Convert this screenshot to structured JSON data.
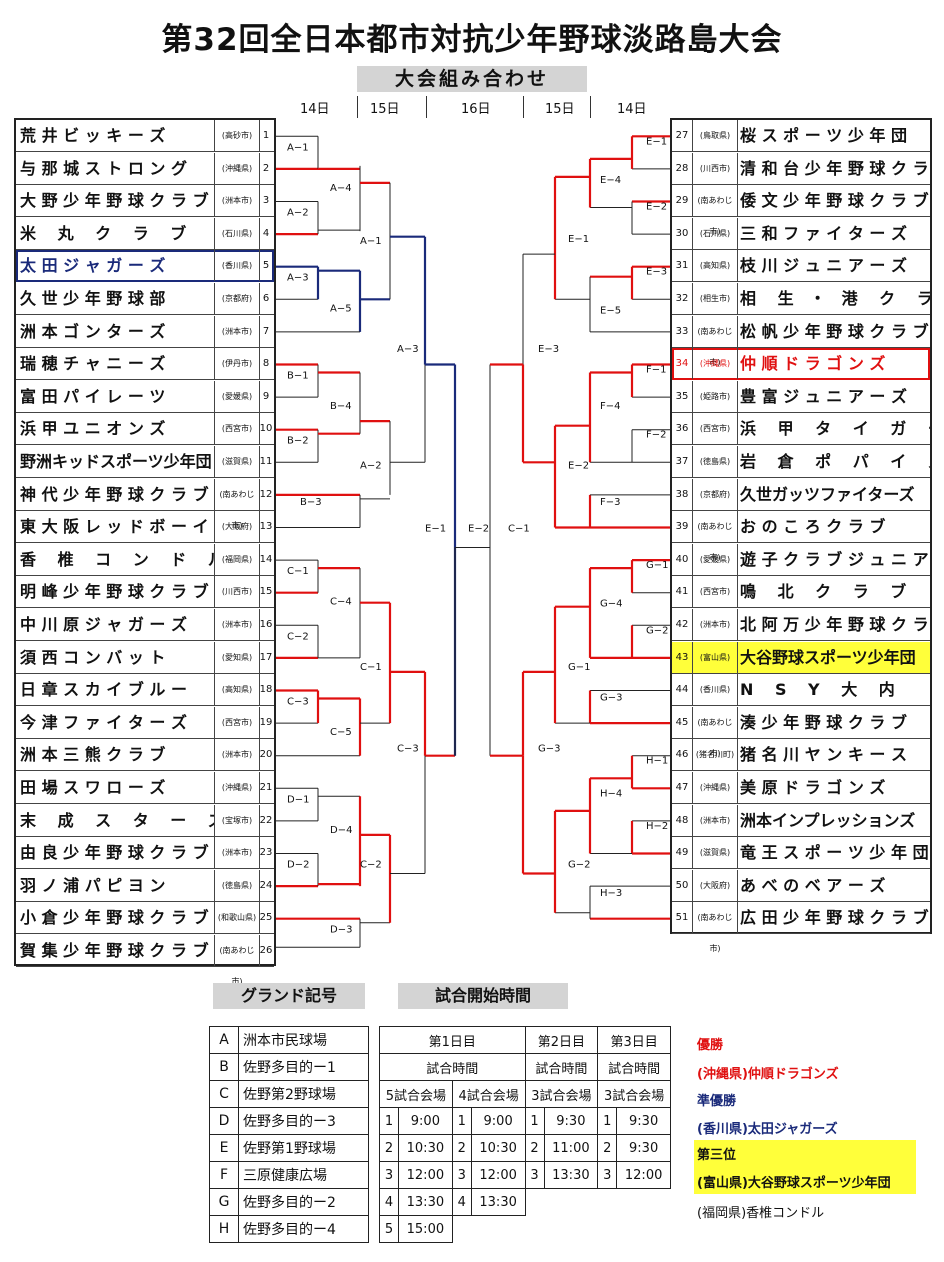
{
  "title": "第32回全日本都市対抗少年野球淡路島大会",
  "subtitle": "大会組み合わせ",
  "days": [
    "14日",
    "15日",
    "16日",
    "15日",
    "14日"
  ],
  "left_teams": [
    {
      "name": "荒 井 ビ ッ キ ー ズ",
      "pref": "(高砂市)",
      "num": "1"
    },
    {
      "name": "与 那 城 ス ト ロ ン グ",
      "pref": "(沖縄県)",
      "num": "2"
    },
    {
      "name": "大 野 少 年 野 球 ク ラ ブ",
      "pref": "(洲本市)",
      "num": "3"
    },
    {
      "name": "米　 丸　 ク　 ラ　 ブ",
      "pref": "(石川県)",
      "num": "4"
    },
    {
      "name": "太 田 ジ ャ ガ ー ズ",
      "pref": "(香川県)",
      "num": "5"
    },
    {
      "name": "久 世 少 年 野 球 部",
      "pref": "(京都府)",
      "num": "6"
    },
    {
      "name": "洲 本 ゴ ン タ ー ズ",
      "pref": "(洲本市)",
      "num": "7"
    },
    {
      "name": "瑞 穂 チ ャ ニ ー ズ",
      "pref": "(伊丹市)",
      "num": "8"
    },
    {
      "name": "富 田 パ イ レ ー ツ",
      "pref": "(愛媛県)",
      "num": "9"
    },
    {
      "name": "浜 甲 ユ ニ オ ン ズ",
      "pref": "(西宮市)",
      "num": "10"
    },
    {
      "name": "野洲キッドスポーツ少年団",
      "pref": "(滋賀県)",
      "num": "11"
    },
    {
      "name": "神 代 少 年 野 球 ク ラ ブ",
      "pref": "(南あわじ市)",
      "num": "12"
    },
    {
      "name": "東 大 阪 レ ッ ド ボ ー イ ズ",
      "pref": "(大阪府)",
      "num": "13"
    },
    {
      "name": "香　 椎　 コ　 ン　 ド　 ル",
      "pref": "(福岡県)",
      "num": "14"
    },
    {
      "name": "明 峰 少 年 野 球 ク ラ ブ",
      "pref": "(川西市)",
      "num": "15"
    },
    {
      "name": "中 川 原 ジ ャ ガ ー ズ",
      "pref": "(洲本市)",
      "num": "16"
    },
    {
      "name": "須 西 コ ン バ ッ ト",
      "pref": "(愛知県)",
      "num": "17"
    },
    {
      "name": "日 章 ス カ イ ブ ル ー",
      "pref": "(高知県)",
      "num": "18"
    },
    {
      "name": "今 津 フ ァ イ タ ー ズ",
      "pref": "(西宮市)",
      "num": "19"
    },
    {
      "name": "洲 本 三 熊 ク ラ ブ",
      "pref": "(洲本市)",
      "num": "20"
    },
    {
      "name": "田 場 ス ワ ロ ー ズ",
      "pref": "(沖縄県)",
      "num": "21"
    },
    {
      "name": "末　 成　 ス　 タ　 ー　 ズ",
      "pref": "(宝塚市)",
      "num": "22"
    },
    {
      "name": "由 良 少 年 野 球 ク ラ ブ",
      "pref": "(洲本市)",
      "num": "23"
    },
    {
      "name": "羽 ノ 浦 パ ピ ヨ ン",
      "pref": "(徳島県)",
      "num": "24"
    },
    {
      "name": "小 倉 少 年 野 球 ク ラ ブ",
      "pref": "(和歌山県)",
      "num": "25"
    },
    {
      "name": "賀 集 少 年 野 球 ク ラ ブ",
      "pref": "(南あわじ市)",
      "num": "26"
    }
  ],
  "right_teams": [
    {
      "num": "27",
      "pref": "(鳥取県)",
      "name": "桜 ス ポ ー ツ 少 年 団"
    },
    {
      "num": "28",
      "pref": "(川西市)",
      "name": "清 和 台 少 年 野 球 ク ラ ブ"
    },
    {
      "num": "29",
      "pref": "(南あわじ市)",
      "name": "倭 文 少 年 野 球 ク ラ ブ"
    },
    {
      "num": "30",
      "pref": "(石川県)",
      "name": "三 和 フ ァ イ タ ー ズ"
    },
    {
      "num": "31",
      "pref": "(高知県)",
      "name": "枝 川 ジ ュ ニ ア ー ズ"
    },
    {
      "num": "32",
      "pref": "(相生市)",
      "name": "相　 生　・　港　 ク　 ラ　 ブ"
    },
    {
      "num": "33",
      "pref": "(南あわじ市)",
      "name": "松 帆 少 年 野 球 ク ラ ブ"
    },
    {
      "num": "34",
      "pref": "(沖縄県)",
      "name": "仲 順 ド ラ ゴ ン ズ"
    },
    {
      "num": "35",
      "pref": "(姫路市)",
      "name": "豊 富 ジ ュ ニ ア ー ズ"
    },
    {
      "num": "36",
      "pref": "(西宮市)",
      "name": "浜　 甲　 タ　 イ　 ガ　 ー　 ス"
    },
    {
      "num": "37",
      "pref": "(徳島県)",
      "name": "岩　 倉　 ポ　 パ　 イ　 ズ"
    },
    {
      "num": "38",
      "pref": "(京都府)",
      "name": "久世ガッツファイターズ"
    },
    {
      "num": "39",
      "pref": "(南あわじ市)",
      "name": "お の こ ろ ク ラ ブ"
    },
    {
      "num": "40",
      "pref": "(愛媛県)",
      "name": "遊 子 ク ラ ブ ジ ュ ニ ア"
    },
    {
      "num": "41",
      "pref": "(西宮市)",
      "name": "鳴　 北　 ク　 ラ　 ブ"
    },
    {
      "num": "42",
      "pref": "(洲本市)",
      "name": "北 阿 万 少 年 野 球 ク ラ ブ"
    },
    {
      "num": "43",
      "pref": "(富山県)",
      "name": "大谷野球スポーツ少年団"
    },
    {
      "num": "44",
      "pref": "(香川県)",
      "name": "N　 S　 Y　 大　 内"
    },
    {
      "num": "45",
      "pref": "(南あわじ市)",
      "name": "湊 少 年 野 球 ク ラ ブ"
    },
    {
      "num": "46",
      "pref": "(猪名川町)",
      "name": "猪 名 川 ヤ ン キ ー ス"
    },
    {
      "num": "47",
      "pref": "(沖縄県)",
      "name": "美 原 ド ラ ゴ ン ズ"
    },
    {
      "num": "48",
      "pref": "(洲本市)",
      "name": "洲本インプレッションズ"
    },
    {
      "num": "49",
      "pref": "(滋賀県)",
      "name": "竜 王 ス ポ ー ツ 少 年 団"
    },
    {
      "num": "50",
      "pref": "(大阪府)",
      "name": "あ べ の ベ ア ー ズ"
    },
    {
      "num": "51",
      "pref": "(南あわじ市)",
      "name": "広 田 少 年 野 球 ク ラ ブ"
    }
  ],
  "colors": {
    "winner": "#e01010",
    "runner_up": "#1a2a7a",
    "third": "#ffff3a",
    "line": "#222222"
  },
  "bracket_labels_left": [
    "A−1",
    "A−2",
    "A−3",
    "A−4",
    "A−5",
    "A−1",
    "A−3",
    "B−1",
    "B−2",
    "B−3",
    "B−4",
    "A−2",
    "C−1",
    "C−2",
    "C−3",
    "C−4",
    "C−5",
    "C−1",
    "C−3",
    "D−1",
    "D−2",
    "D−3",
    "D−4",
    "C−2",
    "E−1",
    "E−2"
  ],
  "bracket_labels_right": [
    "E−1",
    "E−2",
    "E−3",
    "E−4",
    "E−5",
    "E−1",
    "E−3",
    "F−1",
    "F−2",
    "F−3",
    "F−4",
    "E−2",
    "G−1",
    "G−2",
    "G−3",
    "G−4",
    "G−1",
    "G−3",
    "H−1",
    "H−2",
    "H−3",
    "H−4",
    "G−2",
    "C−1"
  ],
  "grounds_header": "グランド記号",
  "times_header": "試合開始時間",
  "grounds": [
    {
      "code": "A",
      "name": "洲本市民球場"
    },
    {
      "code": "B",
      "name": "佐野多目的ー1"
    },
    {
      "code": "C",
      "name": "佐野第2野球場"
    },
    {
      "code": "D",
      "name": "佐野多目的ー3"
    },
    {
      "code": "E",
      "name": "佐野第1野球場"
    },
    {
      "code": "F",
      "name": "三原健康広場"
    },
    {
      "code": "G",
      "name": "佐野多目的ー2"
    },
    {
      "code": "H",
      "name": "佐野多目的ー4"
    }
  ],
  "times": {
    "day1": "第1日目",
    "day2": "第2日目",
    "day3": "第3日目",
    "match_time": "試合時間",
    "venues": [
      "5試合会場",
      "4試合会場",
      "3試合会場",
      "3試合会場"
    ],
    "rows": [
      [
        "1",
        "9:00",
        "1",
        "9:00",
        "1",
        "9:30",
        "1",
        "9:30"
      ],
      [
        "2",
        "10:30",
        "2",
        "10:30",
        "2",
        "11:00",
        "2",
        "9:30"
      ],
      [
        "3",
        "12:00",
        "3",
        "12:00",
        "3",
        "13:30",
        "3",
        "12:00"
      ],
      [
        "4",
        "13:30",
        "4",
        "13:30",
        "",
        "",
        "",
        ""
      ],
      [
        "5",
        "15:00",
        "",
        "",
        "",
        "",
        "",
        ""
      ]
    ]
  },
  "results": {
    "winner_label": "優勝",
    "winner": "(沖縄県)仲順ドラゴンズ",
    "runner_label": "準優勝",
    "runner": "(香川県)太田ジャガーズ",
    "third_label": "第三位",
    "third1": "(富山県)大谷野球スポーツ少年団",
    "third2": "(福岡県)香椎コンドル"
  }
}
